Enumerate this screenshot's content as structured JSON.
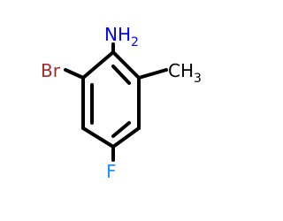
{
  "molecule": {
    "atoms": {
      "amine": {
        "symbol": "N",
        "hydrogens": "H",
        "count": "2",
        "color": "#0000ff"
      },
      "bromine": {
        "symbol": "Br",
        "color": "#a52a2a"
      },
      "fluorine": {
        "symbol": "F",
        "color": "#1e90ff"
      },
      "methyl": {
        "symbol": "C",
        "hydrogens": "H",
        "count": "3",
        "color": "#000000"
      }
    },
    "bond_color": "#000000"
  }
}
